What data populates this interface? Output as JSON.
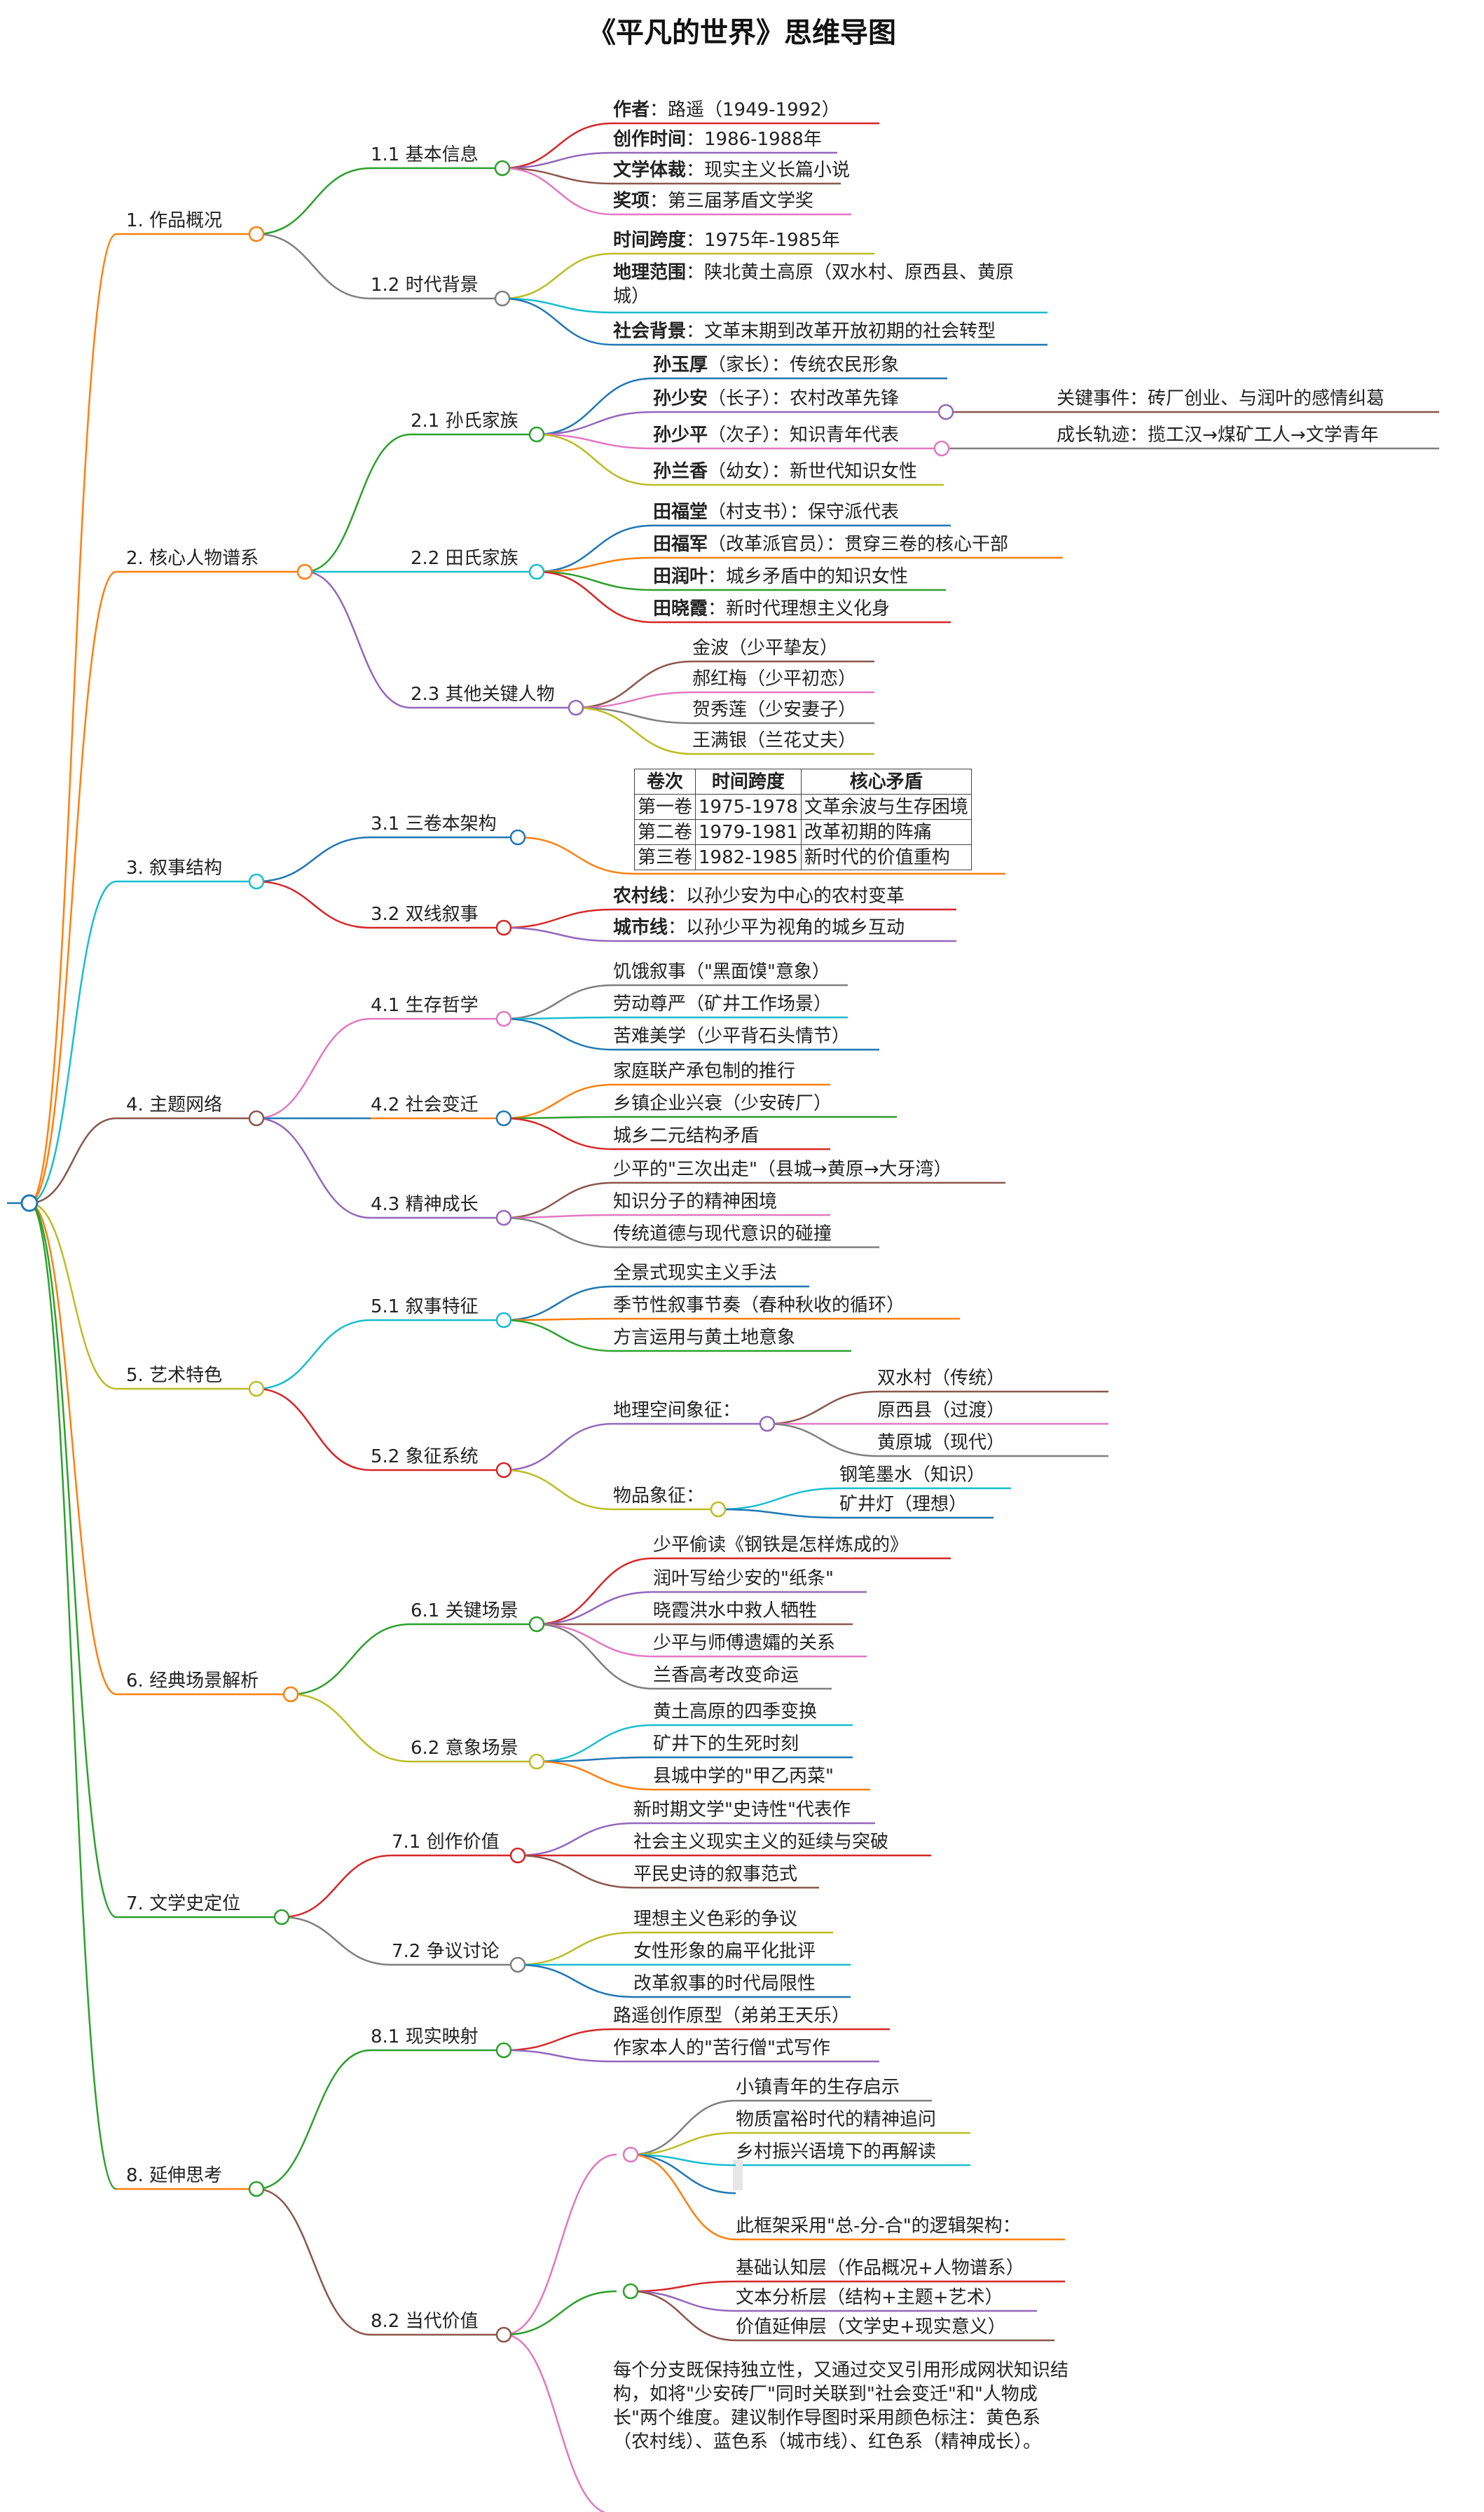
{
  "title": "《平凡的世界》思维导图",
  "colors": [
    "#d62728",
    "#9467bd",
    "#8c564b",
    "#e377c2",
    "#7f7f7f",
    "#bcbd22",
    "#17becf",
    "#1f77b4",
    "#ff7f0e",
    "#2ca02c"
  ],
  "nodes": {
    "b1": "1. 作品概况",
    "b1_1": "1.1 基本信息",
    "b1_1_a_k": "作者",
    "b1_1_a_v": "：路遥（1949-1992）",
    "b1_1_b_k": "创作时间",
    "b1_1_b_v": "：1986-1988年",
    "b1_1_c_k": "文学体裁",
    "b1_1_c_v": "：现实主义长篇小说",
    "b1_1_d_k": "奖项",
    "b1_1_d_v": "：第三届茅盾文学奖",
    "b1_2": "1.2 时代背景",
    "b1_2_a_k": "时间跨度",
    "b1_2_a_v": "：1975年-1985年",
    "b1_2_b_k": "地理范围",
    "b1_2_b_v": "：陕北黄土高原（双水村、原西县、黄原城）",
    "b1_2_c_k": "社会背景",
    "b1_2_c_v": "：文革末期到改革开放初期的社会转型",
    "b2": "2. 核心人物谱系",
    "b2_1": "2.1 孙氏家族",
    "b2_1_a_k": "孙玉厚",
    "b2_1_a_v": "（家长）：传统农民形象",
    "b2_1_b_k": "孙少安",
    "b2_1_b_v": "（长子）：农村改革先锋",
    "b2_1_b_x": "关键事件：砖厂创业、与润叶的感情纠葛",
    "b2_1_c_k": "孙少平",
    "b2_1_c_v": "（次子）：知识青年代表",
    "b2_1_c_x": "成长轨迹：揽工汉→煤矿工人→文学青年",
    "b2_1_d_k": "孙兰香",
    "b2_1_d_v": "（幼女）：新世代知识女性",
    "b2_2": "2.2 田氏家族",
    "b2_2_a_k": "田福堂",
    "b2_2_a_v": "（村支书）：保守派代表",
    "b2_2_b_k": "田福军",
    "b2_2_b_v": "（改革派官员）：贯穿三卷的核心干部",
    "b2_2_c_k": "田润叶",
    "b2_2_c_v": "：城乡矛盾中的知识女性",
    "b2_2_d_k": "田晓霞",
    "b2_2_d_v": "：新时代理想主义化身",
    "b2_3": "2.3 其他关键人物",
    "b2_3_a": "金波（少平挚友）",
    "b2_3_b": "郝红梅（少平初恋）",
    "b2_3_c": "贺秀莲（少安妻子）",
    "b2_3_d": "王满银（兰花丈夫）",
    "b3": "3. 叙事结构",
    "b3_1": "3.1 三卷本架构",
    "b3_2": "3.2 双线叙事",
    "b3_2_a_k": "农村线",
    "b3_2_a_v": "：以孙少安为中心的农村变革",
    "b3_2_b_k": "城市线",
    "b3_2_b_v": "：以孙少平为视角的城乡互动",
    "b4": "4. 主题网络",
    "b4_1": "4.1 生存哲学",
    "b4_1_a": "饥饿叙事（\"黑面馍\"意象）",
    "b4_1_b": "劳动尊严（矿井工作场景）",
    "b4_1_c": "苦难美学（少平背石头情节）",
    "b4_2": "4.2 社会变迁",
    "b4_2_a": "家庭联产承包制的推行",
    "b4_2_b": "乡镇企业兴衰（少安砖厂）",
    "b4_2_c": "城乡二元结构矛盾",
    "b4_3": "4.3 精神成长",
    "b4_3_a": "少平的\"三次出走\"（县城→黄原→大牙湾）",
    "b4_3_b": "知识分子的精神困境",
    "b4_3_c": "传统道德与现代意识的碰撞",
    "b5": "5. 艺术特色",
    "b5_1": "5.1 叙事特征",
    "b5_1_a": "全景式现实主义手法",
    "b5_1_b": "季节性叙事节奏（春种秋收的循环）",
    "b5_1_c": "方言运用与黄土地意象",
    "b5_2": "5.2 象征系统",
    "b5_2_a": "地理空间象征：",
    "b5_2_a_1": "双水村（传统）",
    "b5_2_a_2": "原西县（过渡）",
    "b5_2_a_3": "黄原城（现代）",
    "b5_2_b": "物品象征：",
    "b5_2_b_1": "钢笔墨水（知识）",
    "b5_2_b_2": "矿井灯（理想）",
    "b6": "6. 经典场景解析",
    "b6_1": "6.1 关键场景",
    "b6_1_a": "少平偷读《钢铁是怎样炼成的》",
    "b6_1_b": "润叶写给少安的\"纸条\"",
    "b6_1_c": "晓霞洪水中救人牺牲",
    "b6_1_d": "少平与师傅遗孀的关系",
    "b6_1_e": "兰香高考改变命运",
    "b6_2": "6.2 意象场景",
    "b6_2_a": "黄土高原的四季变换",
    "b6_2_b": "矿井下的生死时刻",
    "b6_2_c": "县城中学的\"甲乙丙菜\"",
    "b7": "7. 文学史定位",
    "b7_1": "7.1 创作价值",
    "b7_1_a": "新时期文学\"史诗性\"代表作",
    "b7_1_b": "社会主义现实主义的延续与突破",
    "b7_1_c": "平民史诗的叙事范式",
    "b7_2": "7.2 争议讨论",
    "b7_2_a": "理想主义色彩的争议",
    "b7_2_b": "女性形象的扁平化批评",
    "b7_2_c": "改革叙事的时代局限性",
    "b8": "8. 延伸思考",
    "b8_1": "8.1 现实映射",
    "b8_1_a": "路遥创作原型（弟弟王天乐）",
    "b8_1_b": "作家本人的\"苦行僧\"式写作",
    "b8_2": "8.2 当代价值",
    "b8_2_a_1": "小镇青年的生存启示",
    "b8_2_a_2": "物质富裕时代的精神追问",
    "b8_2_a_3": "乡村振兴语境下的再解读",
    "b8_2_a_5": "此框架采用\"总-分-合\"的逻辑架构：",
    "b8_2_b_1": "基础认知层（作品概况+人物谱系）",
    "b8_2_b_2": "文本分析层（结构+主题+艺术）",
    "b8_2_b_3": "价值延伸层（文学史+现实意义）",
    "b8_2_c": "每个分支既保持独立性，又通过交叉引用形成网状知识结构，如将\"少安砖厂\"同时关联到\"社会变迁\"和\"人物成长\"两个维度。建议制作导图时采用颜色标注：黄色系（农村线）、蓝色系（城市线）、红色系（精神成长）。"
  },
  "table": {
    "headers": [
      "卷次",
      "时间跨度",
      "核心矛盾"
    ],
    "rows": [
      [
        "第一卷",
        "1975-1978",
        "文革余波与生存困境"
      ],
      [
        "第二卷",
        "1979-1981",
        "改革初期的阵痛"
      ],
      [
        "第三卷",
        "1982-1985",
        "新时代的价值重构"
      ]
    ]
  }
}
